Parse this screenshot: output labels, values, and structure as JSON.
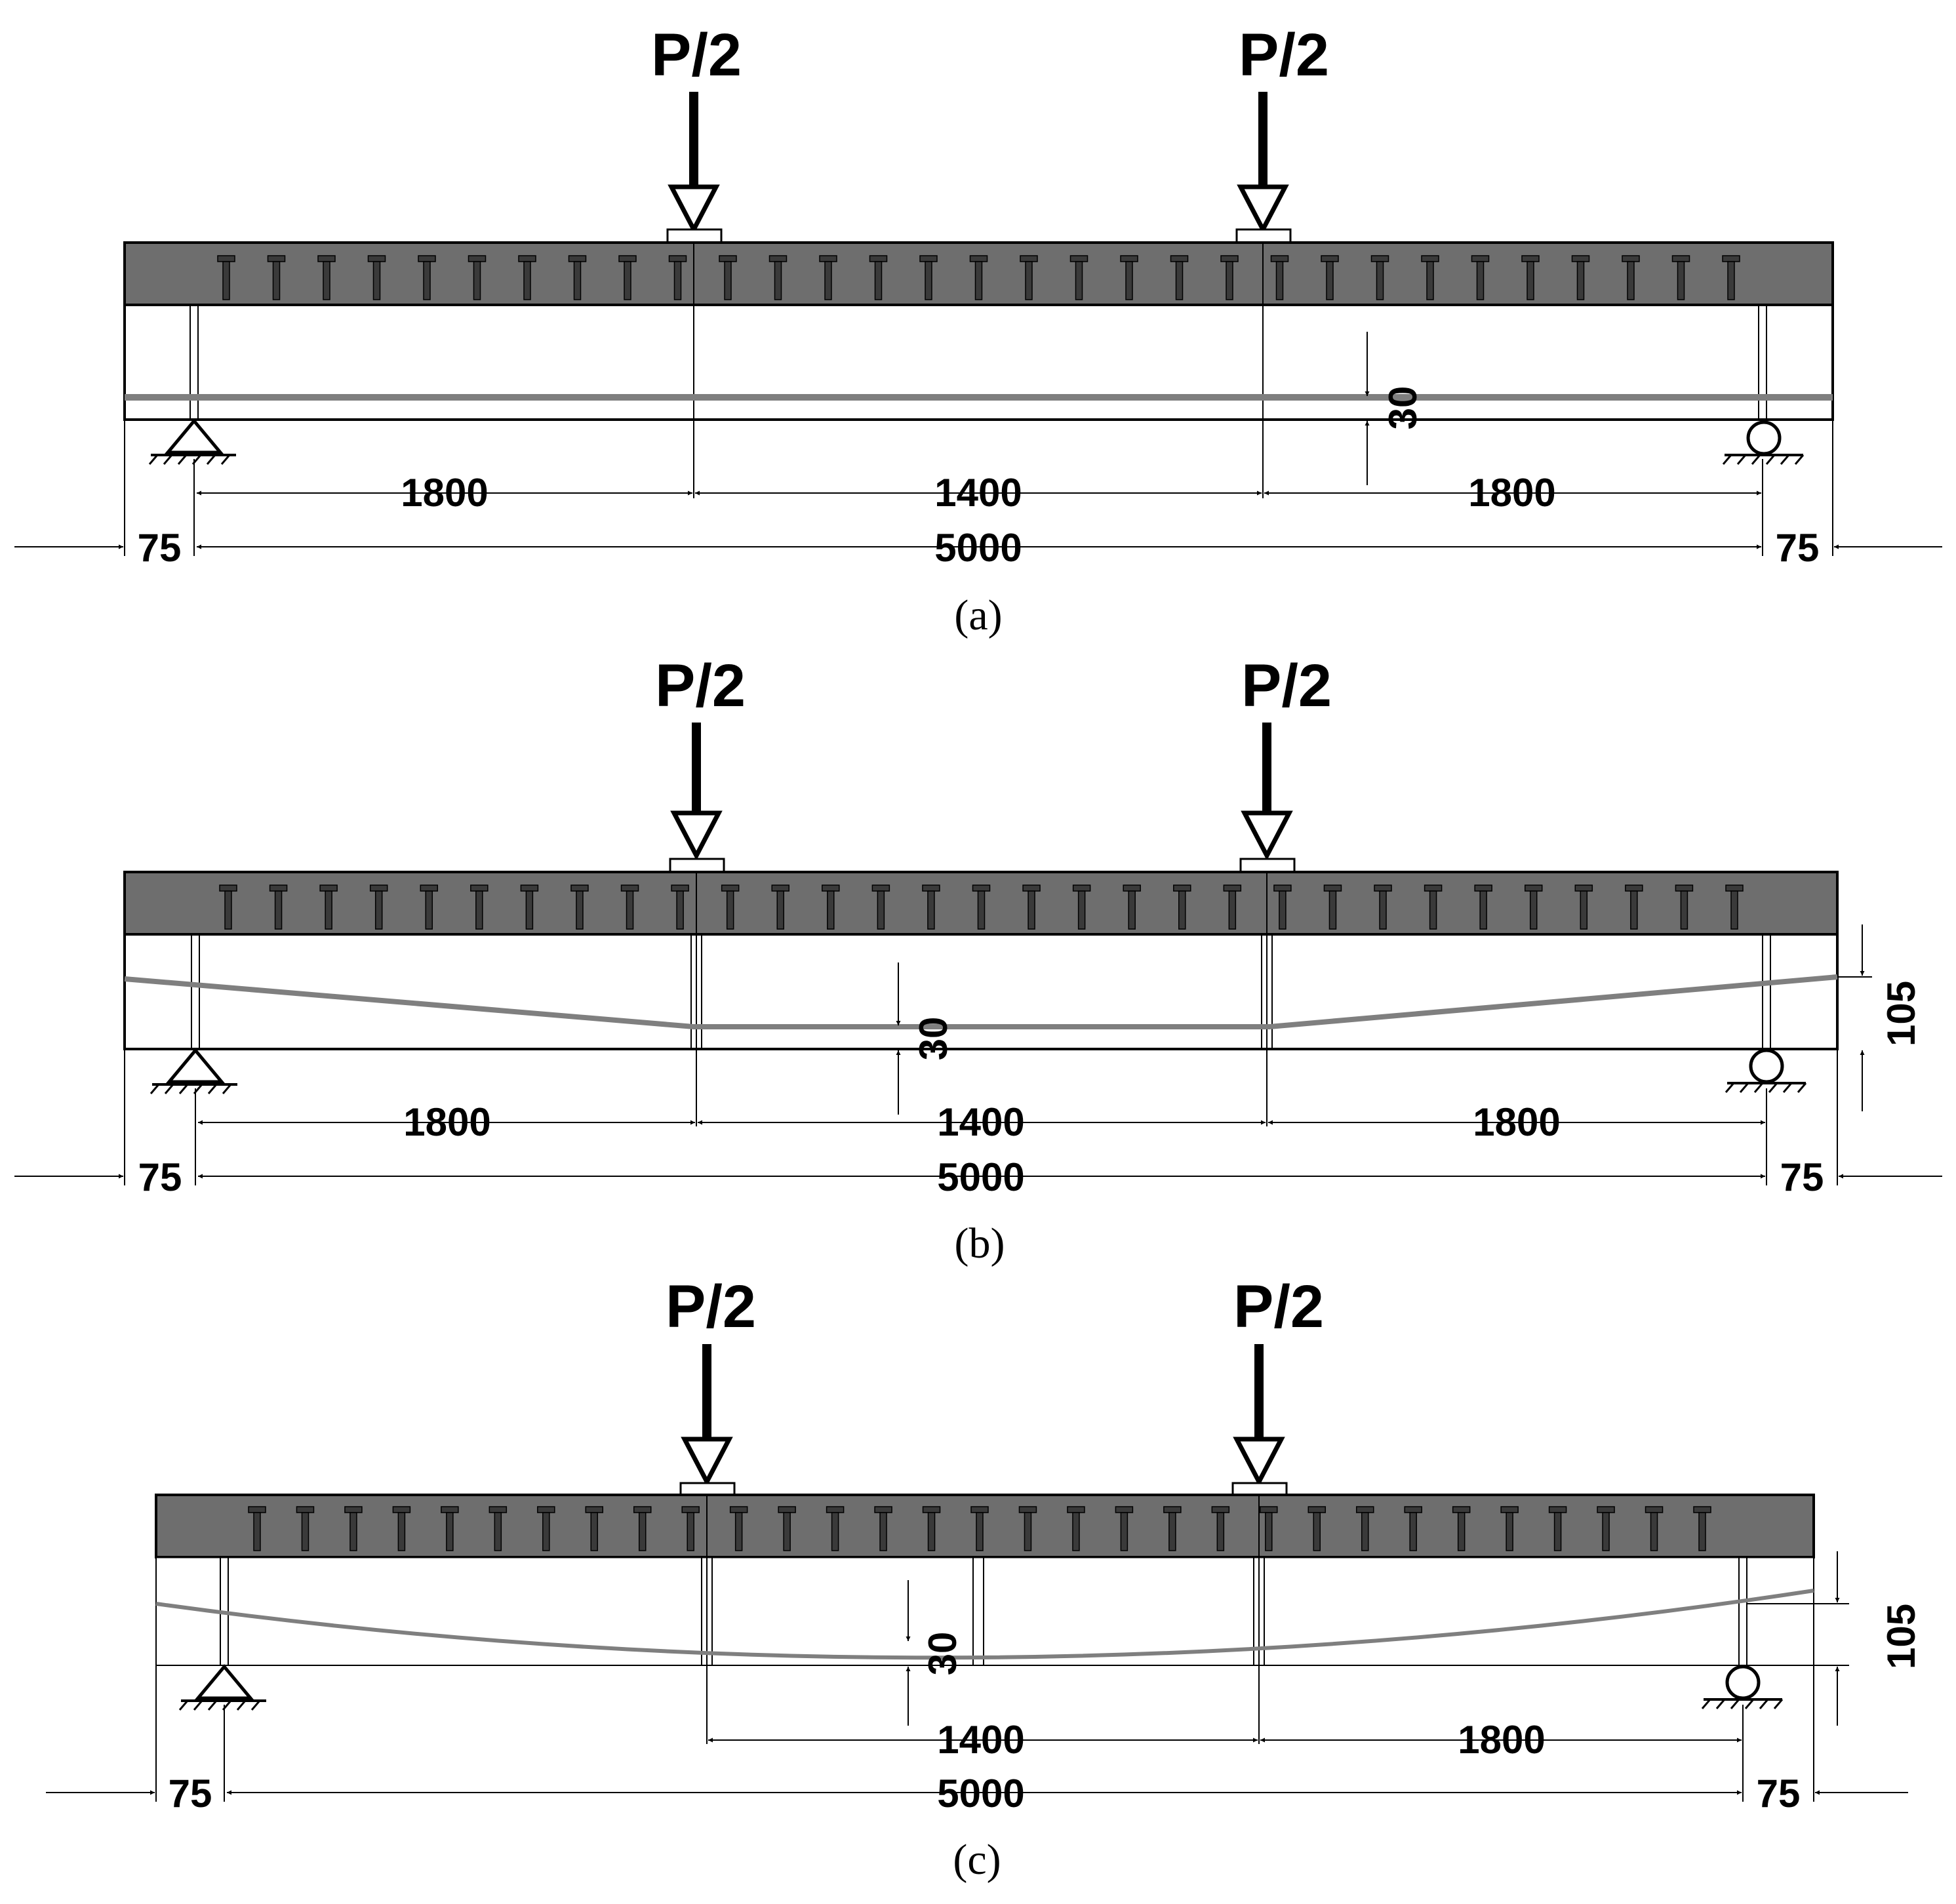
{
  "load_label": "P/2",
  "panels": [
    {
      "id": "a",
      "caption": "(a)",
      "tendon_profile": "straight",
      "dims": {
        "shear_span_left": "1800",
        "middle_span": "1400",
        "shear_span_right": "1800",
        "overhang_left": "75",
        "overhang_right": "75",
        "span": "5000",
        "eccentricity_mid": "30"
      }
    },
    {
      "id": "b",
      "caption": "(b)",
      "tendon_profile": "harped",
      "dims": {
        "shear_span_left": "1800",
        "middle_span": "1400",
        "shear_span_right": "1800",
        "overhang_left": "75",
        "overhang_right": "75",
        "span": "5000",
        "eccentricity_mid": "30",
        "eccentricity_end": "105"
      }
    },
    {
      "id": "c",
      "caption": "(c)",
      "tendon_profile": "parabolic",
      "dims": {
        "middle_span": "1400",
        "shear_span_right": "1800",
        "overhang_left": "75",
        "overhang_right": "75",
        "span": "5000",
        "eccentricity_mid": "30",
        "eccentricity_end": "105"
      }
    }
  ],
  "colors": {
    "slab": "#6e6e6e",
    "stud": "#3a3a3a",
    "tendon": "#7f7f7f",
    "line": "#000000"
  }
}
